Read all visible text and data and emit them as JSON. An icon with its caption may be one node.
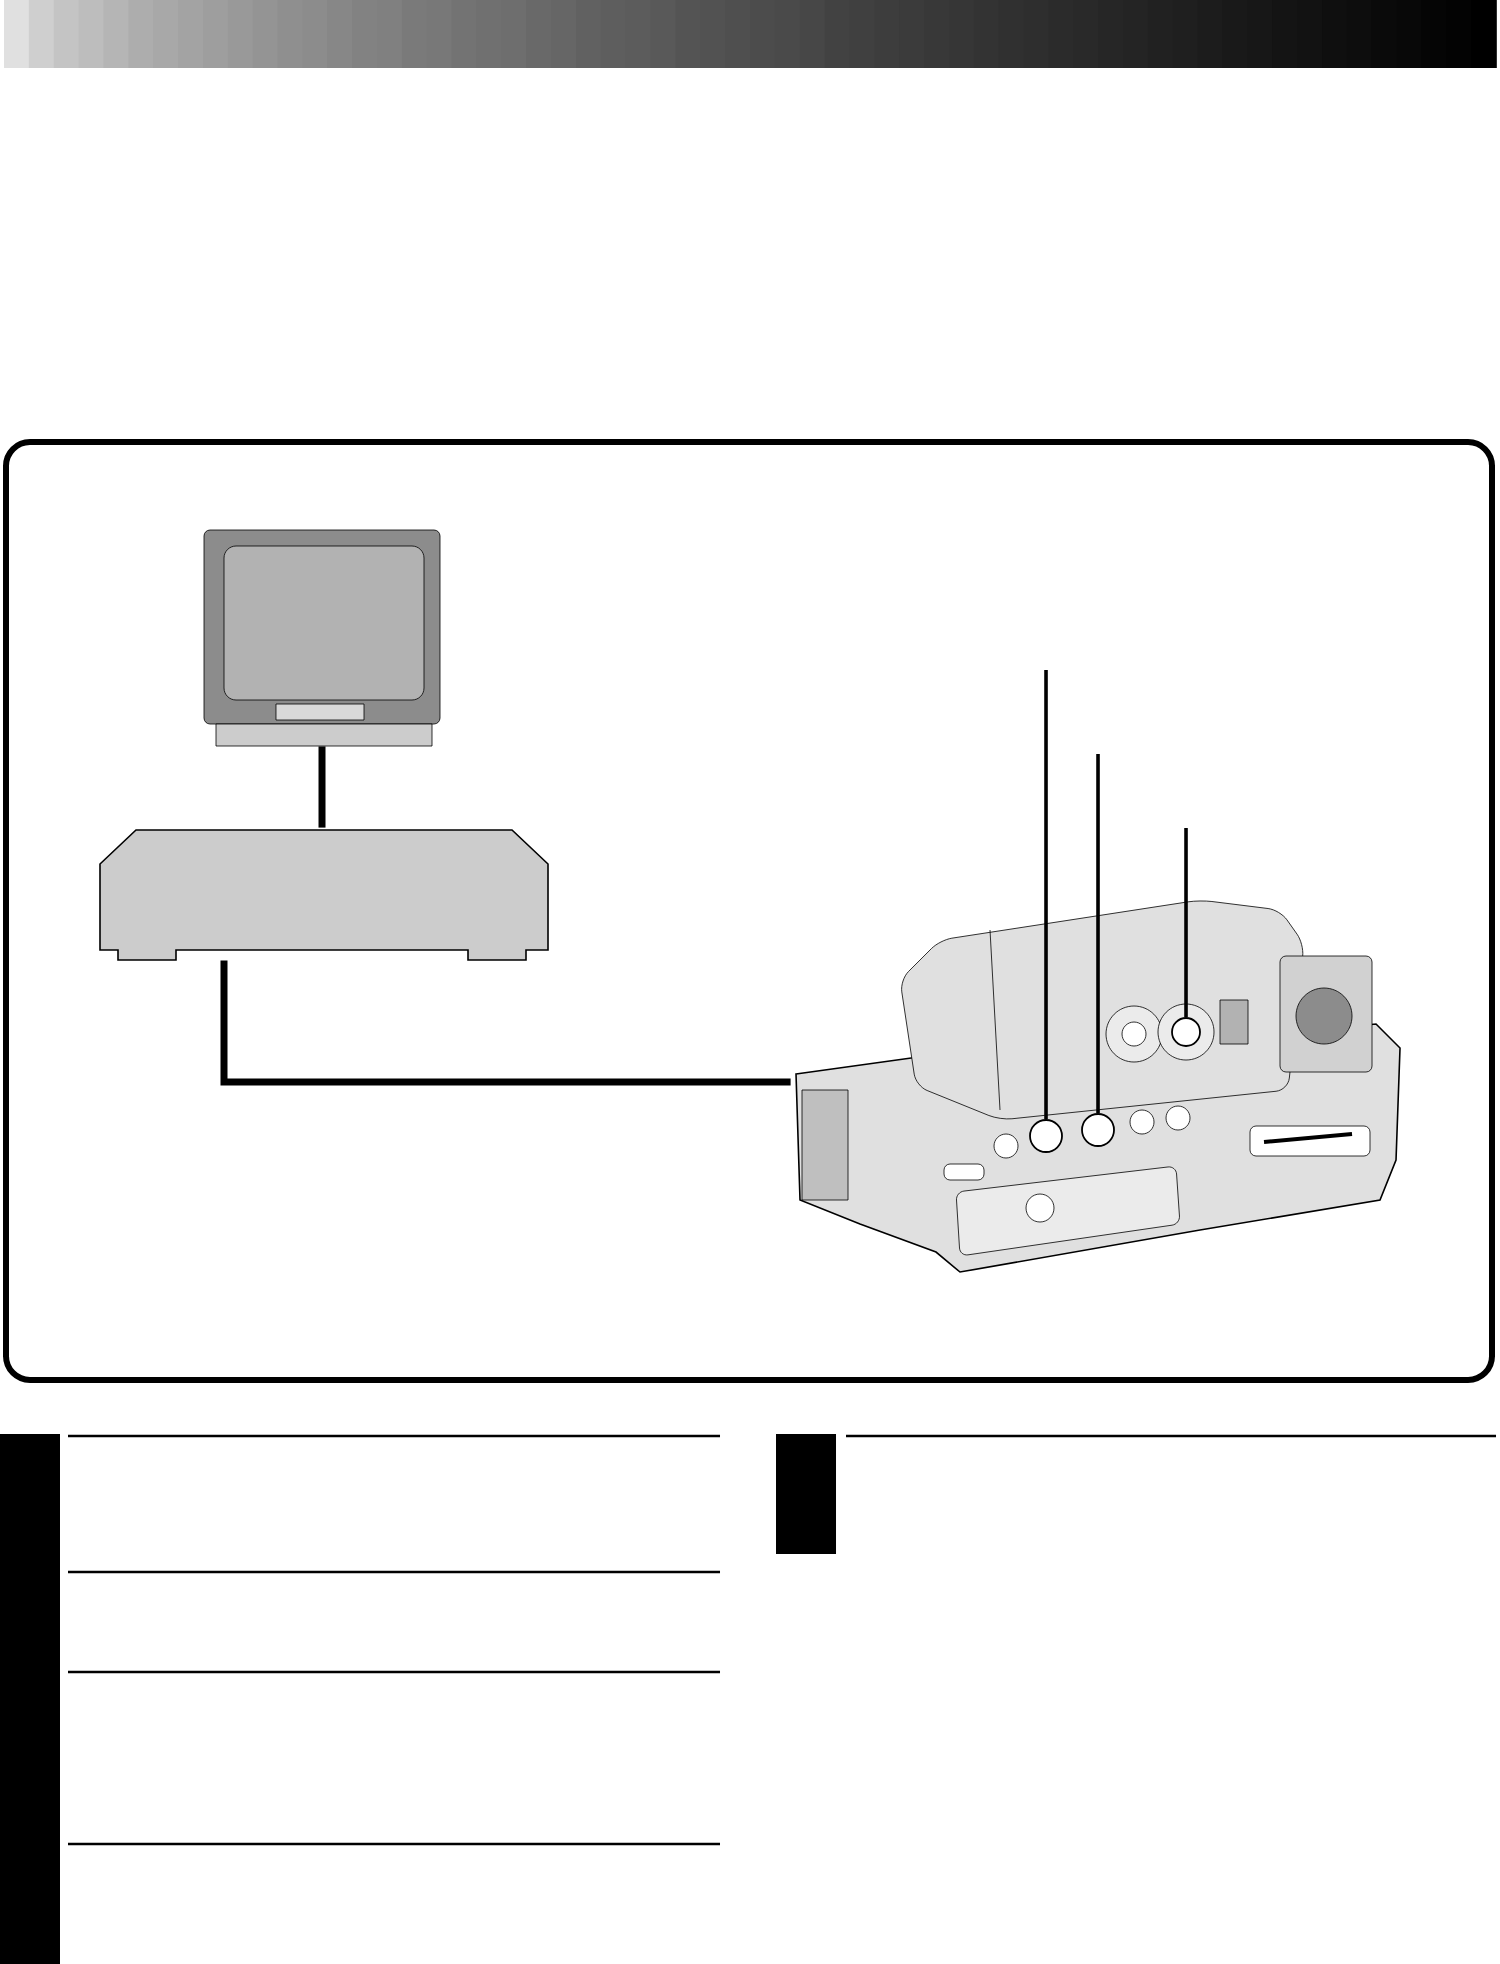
{
  "diagram": {
    "nodes": [
      {
        "text": [],
        "shape": "picture"
      },
      {
        "text": [],
        "shape": "box"
      },
      {
        "text": [],
        "shape": "picture"
      },
      {
        "text": [],
        "shape": "circle",
        "in": 2
      },
      {
        "text": [],
        "shape": "circle",
        "in": 2
      },
      {
        "text": [],
        "shape": "circle",
        "in": 2
      },
      {
        "text": [],
        "shape": "bar"
      },
      {
        "text": [],
        "shape": "bar"
      }
    ],
    "edges": [
      {
        "from": 0,
        "to": 1,
        "arrow": "none",
        "style": "thick"
      },
      {
        "from": 1,
        "to": 2,
        "arrow": "none",
        "style": "thick"
      },
      {
        "from": null,
        "to": 3,
        "arrow": "none"
      },
      {
        "from": null,
        "to": 4,
        "arrow": "none"
      },
      {
        "from": null,
        "to": 5,
        "arrow": "none"
      }
    ]
  }
}
